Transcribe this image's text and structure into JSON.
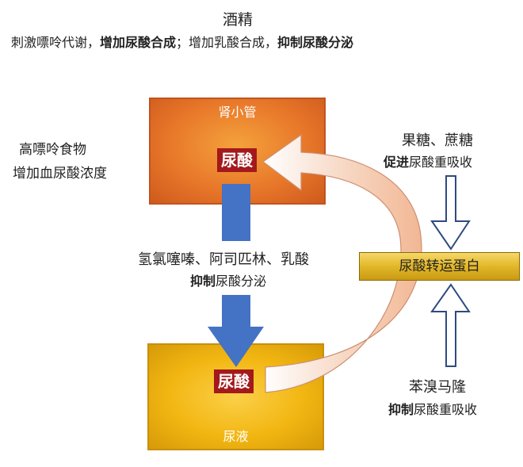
{
  "top": {
    "title": "酒精",
    "line": [
      {
        "text": "刺激嘌呤代谢，",
        "bold": false
      },
      {
        "text": "增加尿酸合成",
        "bold": true
      },
      {
        "text": "；增加乳酸合成，",
        "bold": false
      },
      {
        "text": "抑制尿酸分泌",
        "bold": true
      }
    ]
  },
  "kidney": {
    "label": "肾小管",
    "uric_acid": "尿酸"
  },
  "urine": {
    "label": "尿液",
    "uric_acid": "尿酸"
  },
  "left": {
    "line1": "高嘌呤食物",
    "line2": "增加血尿酸浓度"
  },
  "middle": {
    "line1": "氢氯噻嗪、阿司匹林、乳酸",
    "line2_bold": "抑制",
    "line2_rest": "尿酸分泌"
  },
  "transporter": {
    "label": "尿酸转运蛋白"
  },
  "right_top": {
    "line1": "果糖、蔗糖",
    "line2_bold": "促进",
    "line2_rest": "尿酸重吸收"
  },
  "right_bottom": {
    "line1": "苯溴马隆",
    "line2_bold": "抑制",
    "line2_rest": "尿酸重吸收"
  },
  "colors": {
    "kidney_fill": "#e8782a",
    "urine_fill": "#f2b612",
    "badge": "#a3191c",
    "secretion_arrow": "#4472c4",
    "reabsorption_arrow": "#f4c9ad",
    "transporter_fill": "#e2b728"
  }
}
